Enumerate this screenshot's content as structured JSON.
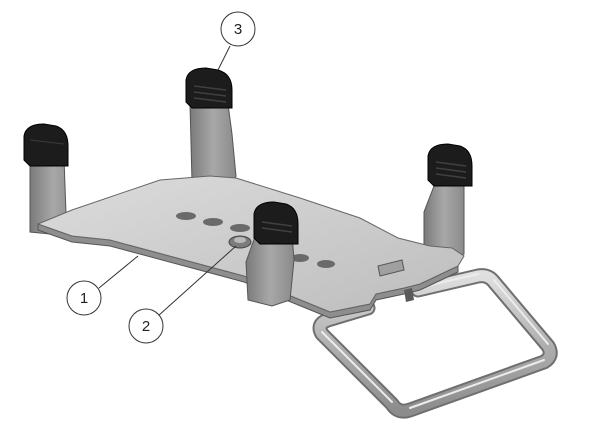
{
  "callouts": [
    {
      "label": "1",
      "part": "base-plate"
    },
    {
      "label": "2",
      "part": "center-pivot"
    },
    {
      "label": "3",
      "part": "rubber-cap"
    }
  ],
  "colors": {
    "plate": "#c9c9c9",
    "plate_edge": "#7d7d7d",
    "bracket": "#9a9a9a",
    "bracket_dark": "#6e6e6e",
    "cap": "#1c1c1c",
    "rod": "#b5b5b5",
    "line": "#333333"
  }
}
